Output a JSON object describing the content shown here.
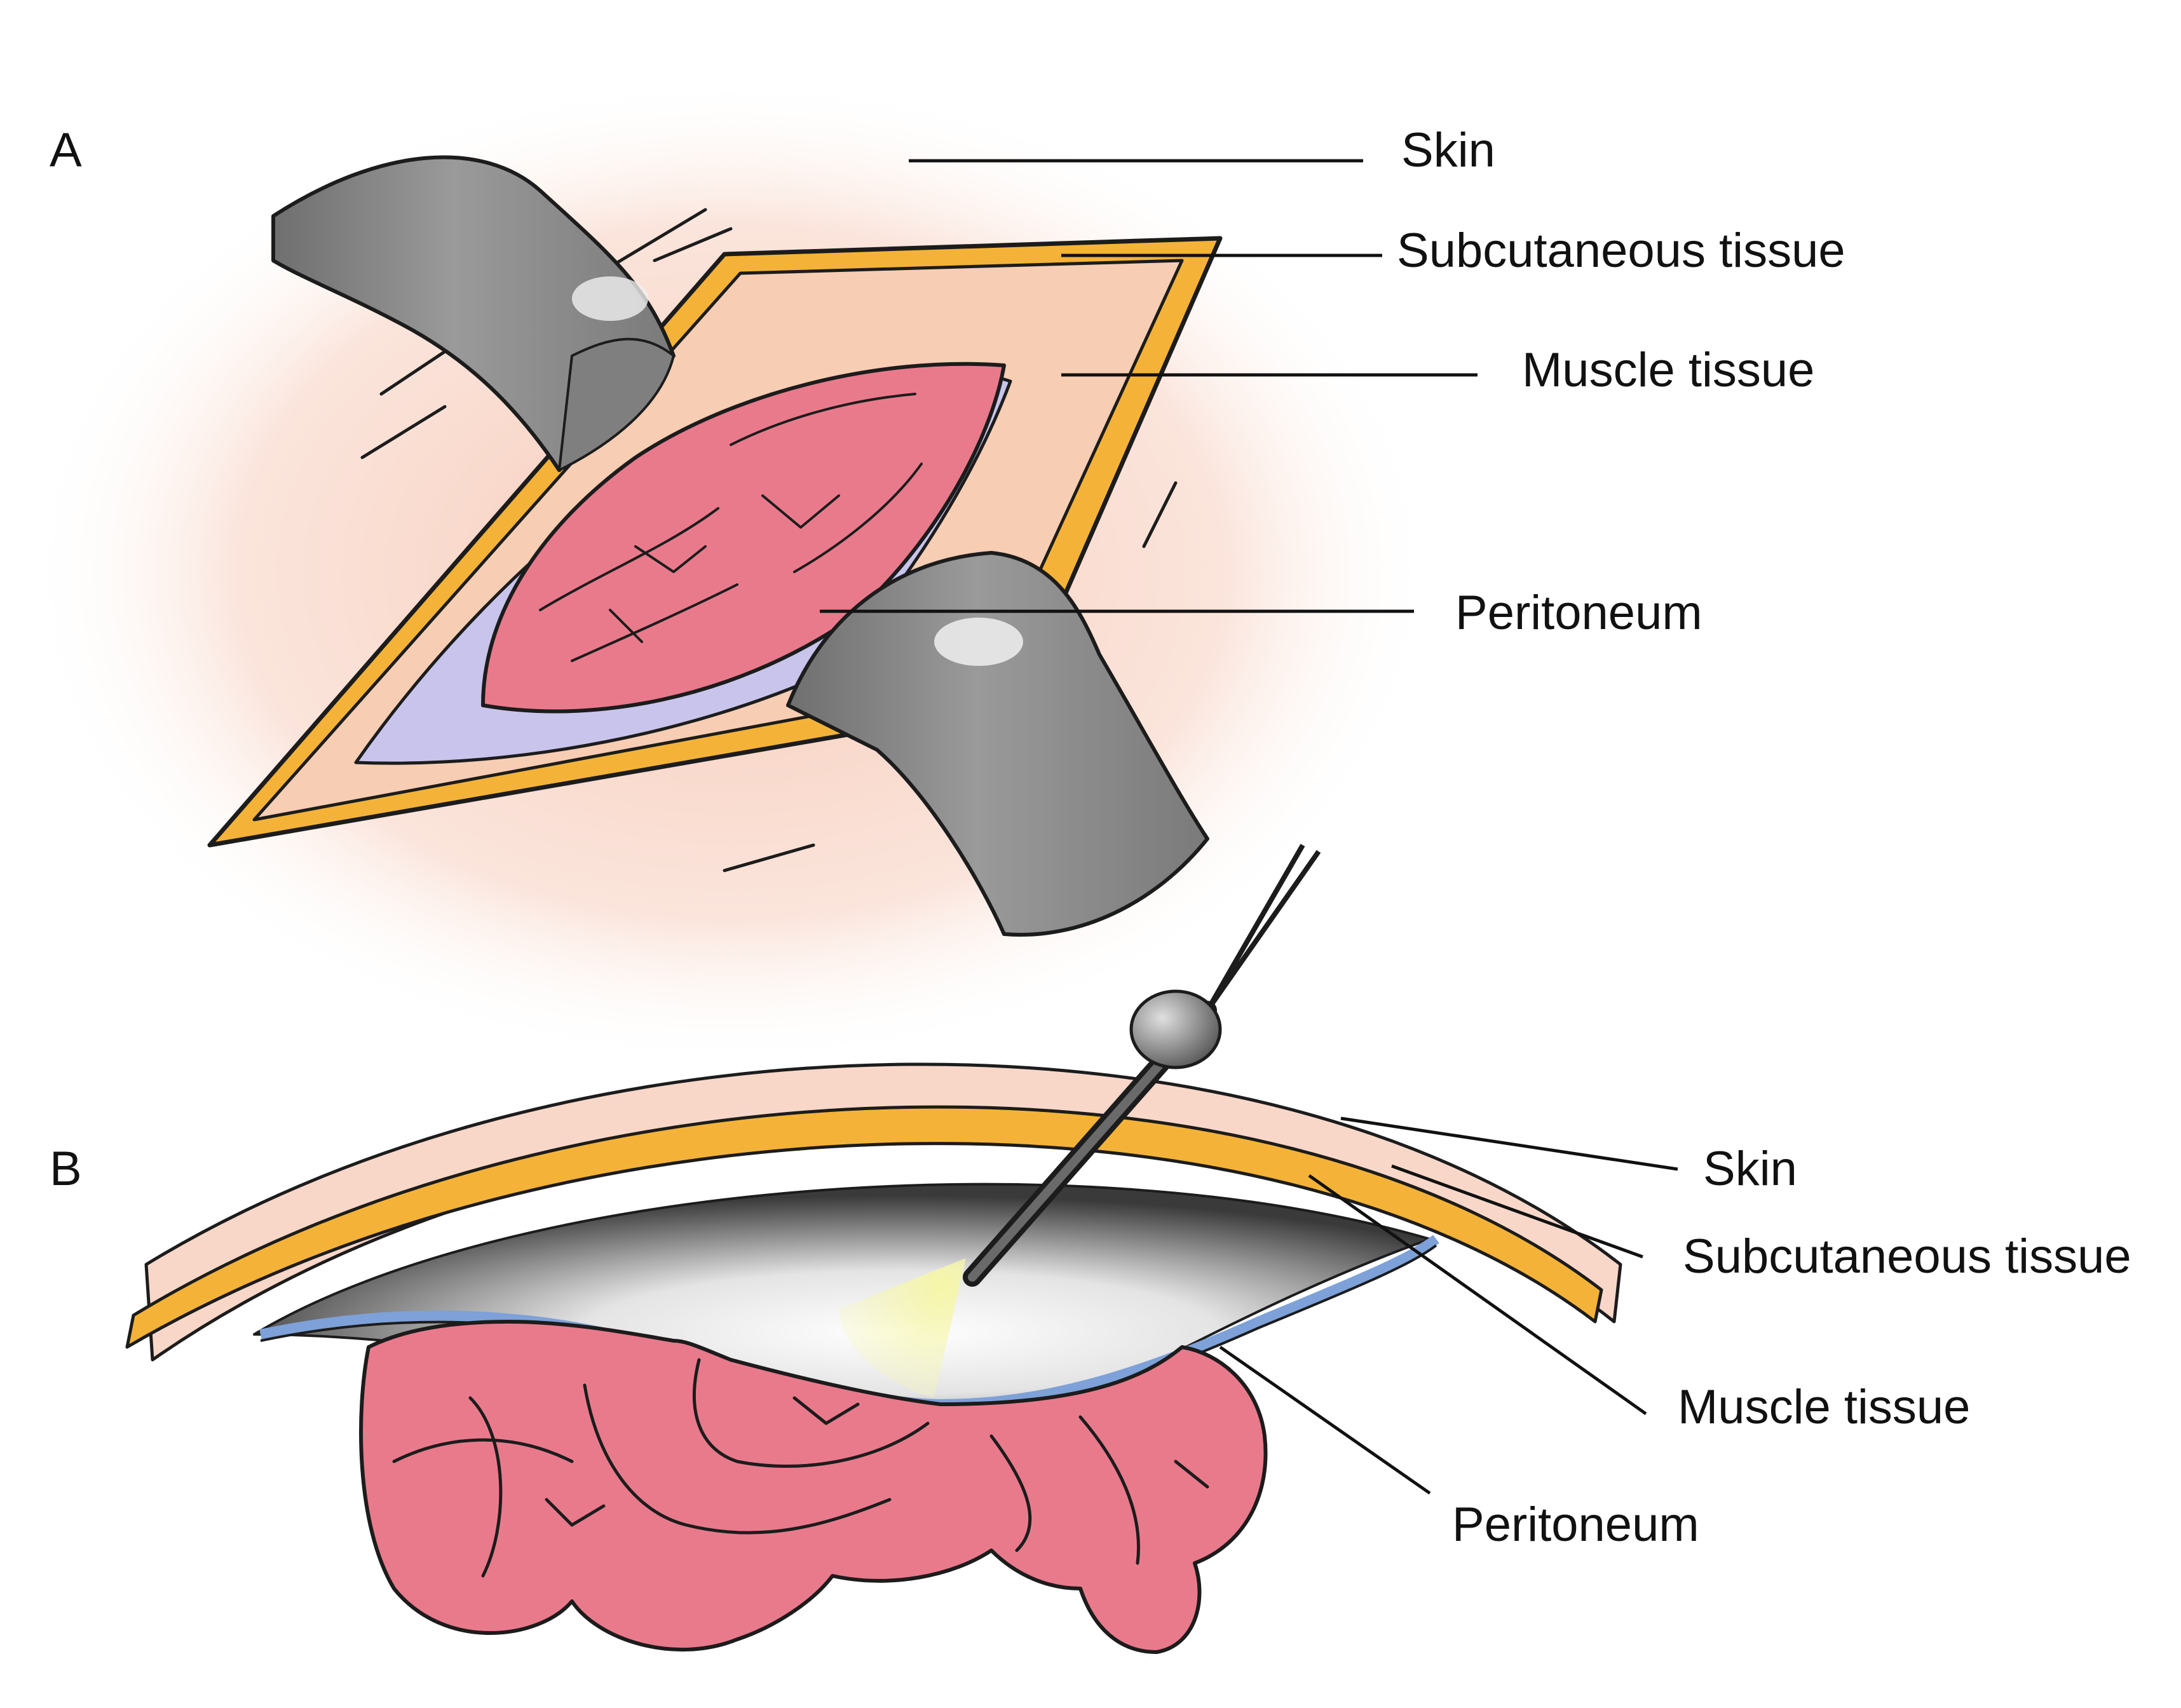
{
  "panels": {
    "a": {
      "letter": "A",
      "labels": {
        "skin": "Skin",
        "subcutaneous": "Subcutaneous tissue",
        "muscle": "Muscle tissue",
        "peritoneum": "Peritoneum"
      }
    },
    "b": {
      "letter": "B",
      "labels": {
        "skin": "Skin",
        "subcutaneous": "Subcutaneous tissue",
        "muscle": "Muscle tissue",
        "peritoneum": "Peritoneum"
      }
    }
  },
  "colors": {
    "skin": "#f8d7c9",
    "subcutaneous": "#f4b338",
    "muscle": "#f7cdb4",
    "peritoneum": "#c9c4ec",
    "peritoneum_line": "#7da1d8",
    "bowel": "#e97a8c",
    "retractor": "#8a8a8a",
    "light": "#f3f3a0"
  }
}
